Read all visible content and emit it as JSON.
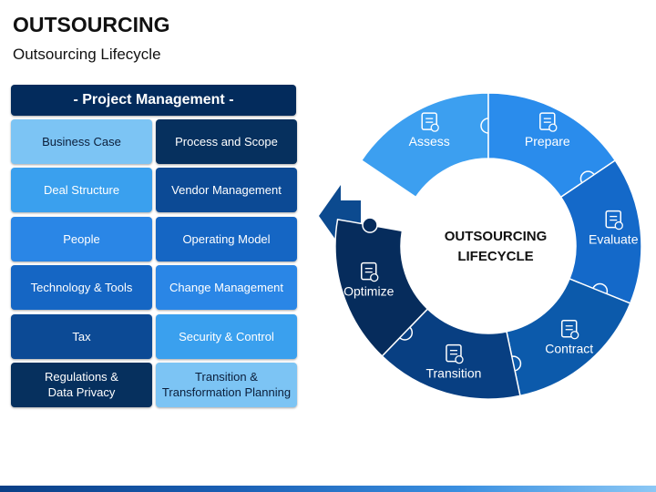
{
  "header": {
    "title": "OUTSOURCING",
    "subtitle": "Outsourcing Lifecycle"
  },
  "project_management": {
    "header": "- Project Management -",
    "left_column": [
      {
        "label": "Business Case",
        "bg": "#7cc4f4",
        "fg": "#0b1e3a"
      },
      {
        "label": "Deal Structure",
        "bg": "#3aa0ee",
        "fg": "#ffffff"
      },
      {
        "label": "People",
        "bg": "#2a86e6",
        "fg": "#ffffff"
      },
      {
        "label": "Technology & Tools",
        "bg": "#1566c4",
        "fg": "#ffffff"
      },
      {
        "label": "Tax",
        "bg": "#0c4a95",
        "fg": "#ffffff"
      },
      {
        "label": "Regulations &\nData Privacy",
        "bg": "#06305e",
        "fg": "#ffffff"
      }
    ],
    "right_column": [
      {
        "label": "Process and Scope",
        "bg": "#06305e",
        "fg": "#ffffff"
      },
      {
        "label": "Vendor Management",
        "bg": "#0c4a95",
        "fg": "#ffffff"
      },
      {
        "label": "Operating Model",
        "bg": "#1566c4",
        "fg": "#ffffff"
      },
      {
        "label": "Change Management",
        "bg": "#2a86e6",
        "fg": "#ffffff"
      },
      {
        "label": "Security & Control",
        "bg": "#3aa0ee",
        "fg": "#ffffff"
      },
      {
        "label": "Transition &\nTransformation Planning",
        "bg": "#7cc4f4",
        "fg": "#0b1e3a"
      }
    ]
  },
  "lifecycle": {
    "center_line1": "OUTSOURCING",
    "center_line2": "LIFECYCLE",
    "stages": [
      {
        "label": "Assess",
        "color": "#3c9ff0",
        "icon": "search-chart-icon"
      },
      {
        "label": "Prepare",
        "color": "#2a8cec",
        "icon": "gear-document-icon"
      },
      {
        "label": "Evaluate",
        "color": "#1469c9",
        "icon": "checklist-icon"
      },
      {
        "label": "Contract",
        "color": "#0c5aab",
        "icon": "certificate-icon"
      },
      {
        "label": "Transition",
        "color": "#083f82",
        "icon": "target-transition-icon"
      },
      {
        "label": "Optimize",
        "color": "#062c5c",
        "icon": "gear-magnifier-icon"
      }
    ]
  },
  "colors": {
    "navy": "#032b5c",
    "arrow": "#0c4a8f"
  }
}
